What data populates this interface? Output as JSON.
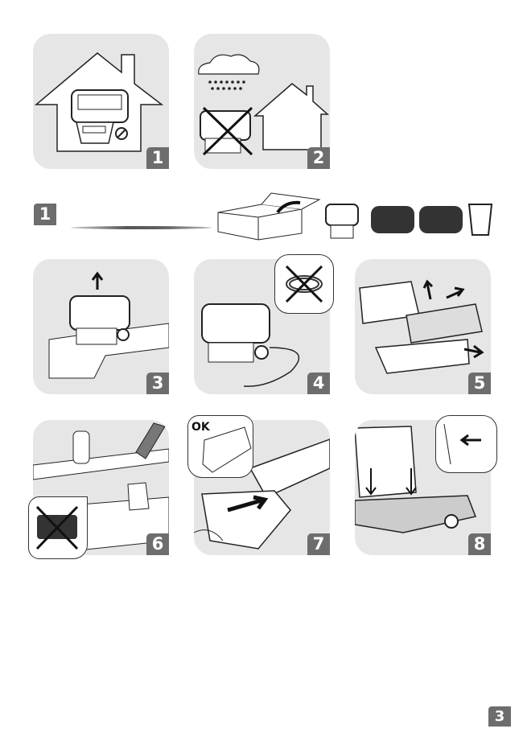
{
  "panels_top": [
    {
      "number": "1"
    },
    {
      "number": "2"
    }
  ],
  "unpack_step": {
    "number": "1"
  },
  "panels_steps": [
    {
      "number": "3"
    },
    {
      "number": "4"
    },
    {
      "number": "5"
    },
    {
      "number": "6"
    },
    {
      "number": "7",
      "inset_label": "OK"
    },
    {
      "number": "8"
    }
  ],
  "page_number": "3",
  "colors": {
    "panel_bg": "#e6e6e6",
    "badge_bg": "#6d6d6d"
  }
}
